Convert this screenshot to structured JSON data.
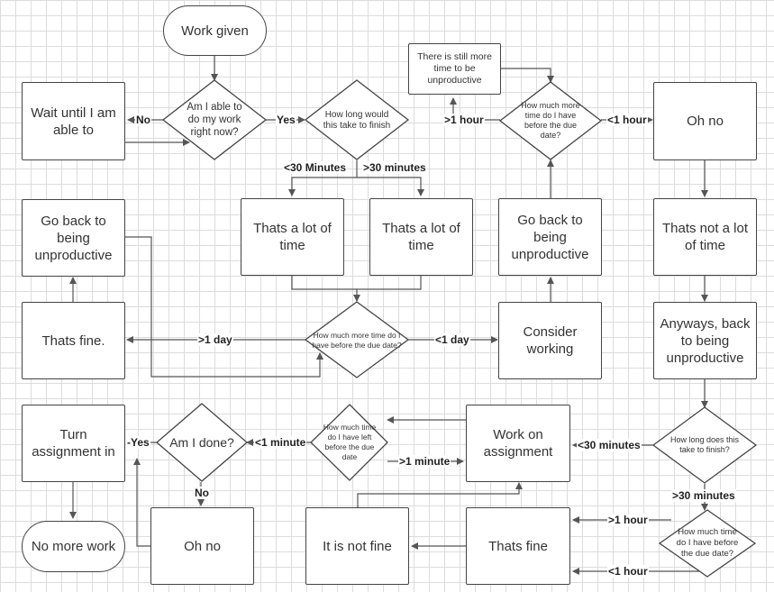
{
  "nodes": {
    "work_given": "Work given",
    "wait_until": "Wait until I am able to",
    "go_back_left": "Go back to being unproductive",
    "thats_fine_left": "Thats fine.",
    "lot_of_time_1": "Thats a lot of time",
    "lot_of_time_2": "Thats a lot of time",
    "still_more_time": "There is still more time to be unproductive",
    "go_back_mid": "Go back to being unproductive",
    "consider_working": "Consider working",
    "oh_no_right": "Oh no",
    "not_lot_of_time": "Thats not a lot of time",
    "anyways_back": "Anyways, back to being unproductive",
    "turn_in": "Turn assignment in",
    "no_more_work": "No more work",
    "oh_no_bottom": "Oh no",
    "work_on_assignment": "Work on assignment",
    "it_is_not_fine": "It is not fine",
    "thats_fine_bottom": "Thats fine"
  },
  "decisions": {
    "able_now": "Am I able to do my work right now?",
    "how_long_finish": "How long would this take to finish",
    "time_before_due_top": "How much more time do I have before the due date?",
    "time_before_due_mid": "How much more time do I have before the due date?",
    "am_i_done": "Am I done?",
    "time_left_due": "How much time do I have left before the due date",
    "how_long_take": "How long does this take to finish?",
    "time_before_due_bottom": "How much time do I have before the due date?"
  },
  "edges": {
    "no_left": "No",
    "yes_right": "Yes",
    "lt30min": "<30 Minutes",
    "gt30min": ">30 minutes",
    "gt1hour_top": ">1 hour",
    "lt1hour_top": "<1 hour",
    "gt1day": ">1 day",
    "lt1day": "<1 day",
    "yes_done": "-Yes",
    "lt1min": "<1 minute",
    "gt1min": ">1 minute",
    "no_done": "No",
    "lt30min_right": "<30 minutes",
    "gt30min_right": ">30 minutes",
    "gt1hour_bottom": ">1 hour",
    "lt1hour_bottom": "<1 hour"
  }
}
